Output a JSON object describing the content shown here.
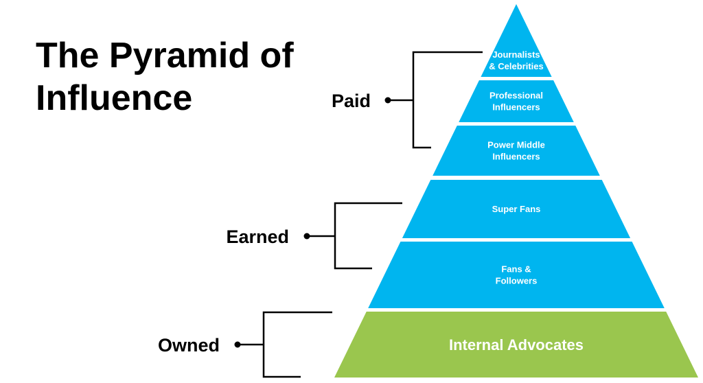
{
  "title": {
    "line1": "The Pyramid of",
    "line2": "Influence"
  },
  "colors": {
    "paid_earned": "#00B5EF",
    "owned": "#9AC64E",
    "text_on_layer": "#FFFFFF",
    "bracket": "#000000"
  },
  "layers": [
    {
      "id": "journalists",
      "lines": [
        "Journalists",
        "& Celebrities"
      ],
      "group": "Paid"
    },
    {
      "id": "professional",
      "lines": [
        "Professional",
        "Influencers"
      ],
      "group": "Paid"
    },
    {
      "id": "power-middle",
      "lines": [
        "Power Middle",
        "Influencers"
      ],
      "group": "Paid"
    },
    {
      "id": "super-fans",
      "lines": [
        "Super Fans"
      ],
      "group": "Earned"
    },
    {
      "id": "fans-followers",
      "lines": [
        "Fans &",
        "Followers"
      ],
      "group": "Earned"
    },
    {
      "id": "internal-advocates",
      "lines": [
        "Internal Advocates"
      ],
      "group": "Owned"
    }
  ],
  "groups": [
    {
      "id": "paid",
      "label": "Paid"
    },
    {
      "id": "earned",
      "label": "Earned"
    },
    {
      "id": "owned",
      "label": "Owned"
    }
  ]
}
